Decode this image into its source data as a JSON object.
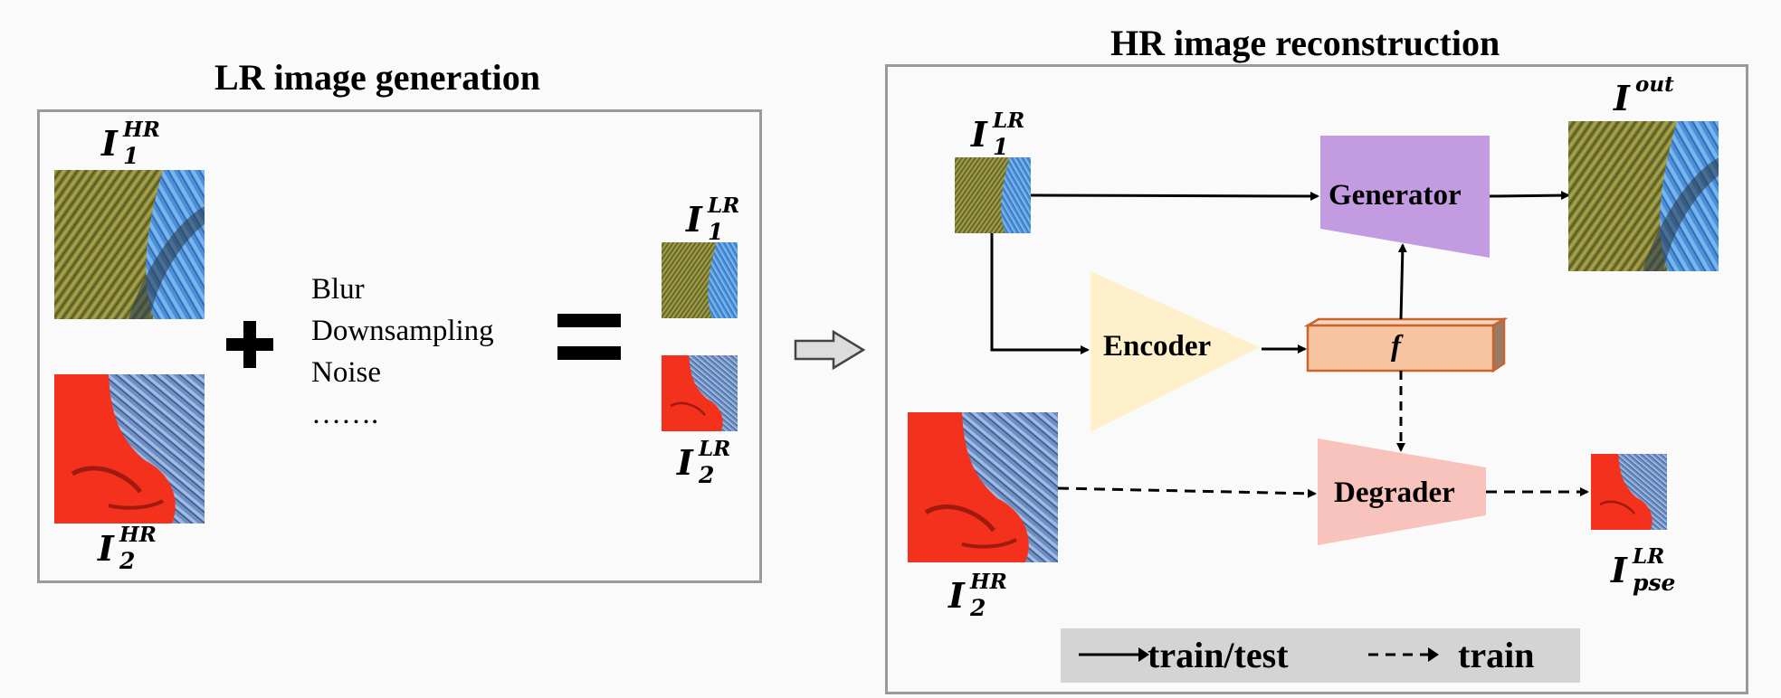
{
  "left_panel": {
    "title": "LR image generation",
    "hr_label_1": {
      "base": "I",
      "sup": "HR",
      "sub": "1"
    },
    "hr_label_2": {
      "base": "I",
      "sup": "HR",
      "sub": "2"
    },
    "lr_label_1": {
      "base": "I",
      "sup": "LR",
      "sub": "1"
    },
    "lr_label_2": {
      "base": "I",
      "sup": "LR",
      "sub": "2"
    },
    "degradations": [
      "Blur",
      "Downsampling",
      "Noise",
      "……."
    ]
  },
  "right_panel": {
    "title": "HR image reconstruction",
    "input_lr_label": {
      "base": "I",
      "sup": "LR",
      "sub": "1"
    },
    "input_hr_label": {
      "base": "I",
      "sup": "HR",
      "sub": "2"
    },
    "output_label": {
      "base": "I",
      "sup": "out"
    },
    "pseudo_lr_label": {
      "base": "I",
      "sup": "LR",
      "sub": "pse"
    },
    "blocks": {
      "generator": "Generator",
      "encoder": "Encoder",
      "feature": "f",
      "degrader": "Degrader"
    },
    "legend": {
      "solid": "train/test",
      "dashed": "train"
    }
  },
  "colors": {
    "generator": "#c39be0",
    "encoder": "#fff0cc",
    "feature_fill": "#f7c4a0",
    "feature_stroke": "#c8642d",
    "degrader": "#f7c3bc",
    "panel_border": "#9a9a9a",
    "legend_bg": "#d4d4d4"
  }
}
